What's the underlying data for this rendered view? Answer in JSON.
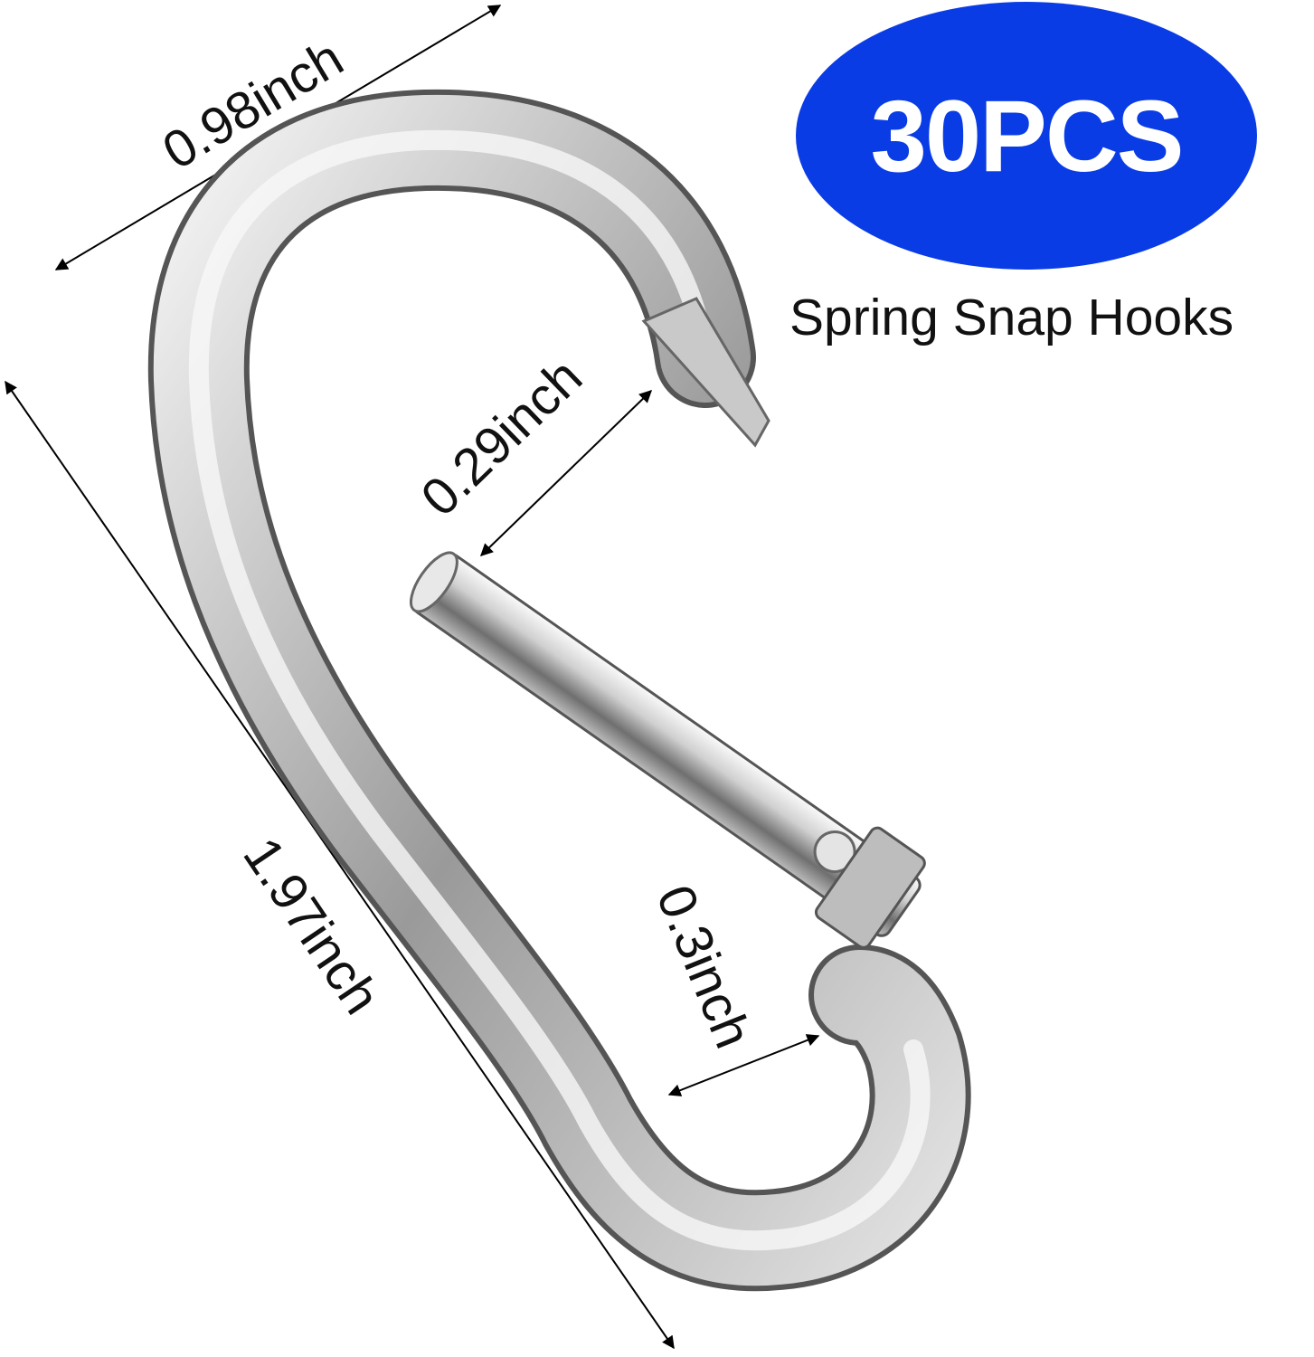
{
  "badge": {
    "text": "30PCS",
    "color": "#0a3ce6"
  },
  "subtitle": "Spring Snap Hooks",
  "dimensions": {
    "width": "0.98inch",
    "length": "1.97inch",
    "gate_opening": "0.29inch",
    "eye_diameter": "0.3inch"
  },
  "product": {
    "icon": "carabiner-snap-hook-icon",
    "metal_color": "#c8c8c8"
  }
}
